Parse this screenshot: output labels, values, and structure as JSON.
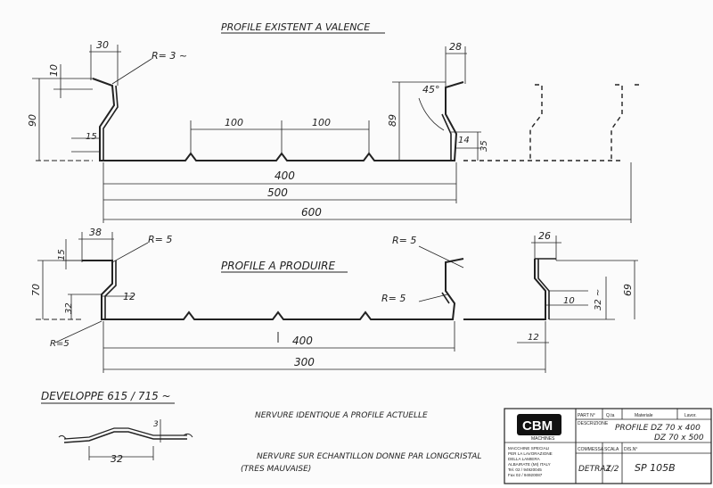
{
  "title_top": "PROFILE EXISTENT A VALENCE",
  "title_mid": "PROFILE A PRODUIRE",
  "top_dims": {
    "w30": "30",
    "w28": "28",
    "r3": "R= 3 ~",
    "h10": "10",
    "h90": "90",
    "h15": "15",
    "d100a": "100",
    "d100b": "100",
    "h89": "89",
    "a45": "45°",
    "h14": "14",
    "h35": "35",
    "d400": "400",
    "d500": "500",
    "d600": "600"
  },
  "mid_dims": {
    "w38": "38",
    "r5a": "R= 5",
    "r5b": "R= 5",
    "r5c": "R= 5",
    "w26": "26",
    "h15": "15",
    "h70": "70",
    "h12": "12",
    "h32": "32",
    "r5d": "R=5",
    "h10": "10",
    "h32b": "32 ~",
    "h69": "69",
    "d400": "400",
    "d12": "12",
    "d300": "300"
  },
  "developpe": "DEVELOPPE  615 / 715  ~",
  "detail_dims": {
    "d3": "3",
    "d32": "32"
  },
  "note1": "NERVURE  IDENTIQUE  A  PROFILE  ACTUELLE",
  "note2": "NERVURE  SUR ECHANTILLON  DONNE PAR LONGCRISTAL",
  "note3": "(TRES  MAUVAISE)",
  "title_block": {
    "logo": "CBM",
    "logo_sub": "MACHINES",
    "company": [
      "MACCHINE SPECIALI",
      "PER LA LAVORAZIONE",
      "DELLA LAMIERA",
      "ALBAIRATE (MI) ITALY",
      "Tel. 02 / 94920045",
      "Fax 02 / 94920087"
    ],
    "h_part": "PART N°",
    "h_qty": "Q.ta",
    "h_material": "Materiale",
    "h_lavor": "Lavor.",
    "h_desc": "DESCRIZIONE",
    "desc1": "PROFILE  DZ 70 x 400",
    "desc2": "DZ 70 x 500",
    "h_commessa": "COMMESSA",
    "h_scala": "SCALA",
    "h_dis": "DIS.N°",
    "commessa": "DETRAZ",
    "scala": "1/2",
    "dis": "SP  105B"
  }
}
